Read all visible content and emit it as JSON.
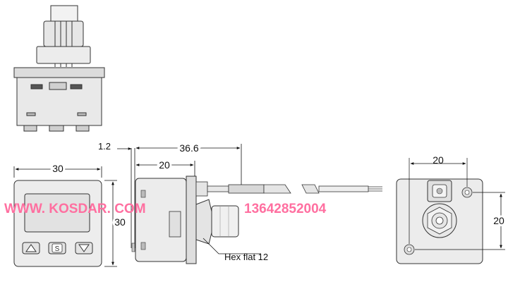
{
  "dimensions": {
    "front_width": "30",
    "front_height": "30",
    "side_offset": "1.2",
    "side_total_length": "36.6",
    "side_body_length": "20",
    "hex_flat": "Hex flat 12",
    "rear_width": "20",
    "rear_height": "20"
  },
  "watermark": {
    "website": "WWW. KOSDAR. COM",
    "phone": "13642852004",
    "color": "#ff6fa0"
  },
  "colors": {
    "line": "#333333",
    "body_fill": "#e9e9e9",
    "body_shade": "#d6d6d6",
    "dim_line": "#111111"
  },
  "icons": {
    "up_key": "triangle-up-icon",
    "set_key": "s-letter-icon",
    "down_key": "triangle-down-icon"
  }
}
